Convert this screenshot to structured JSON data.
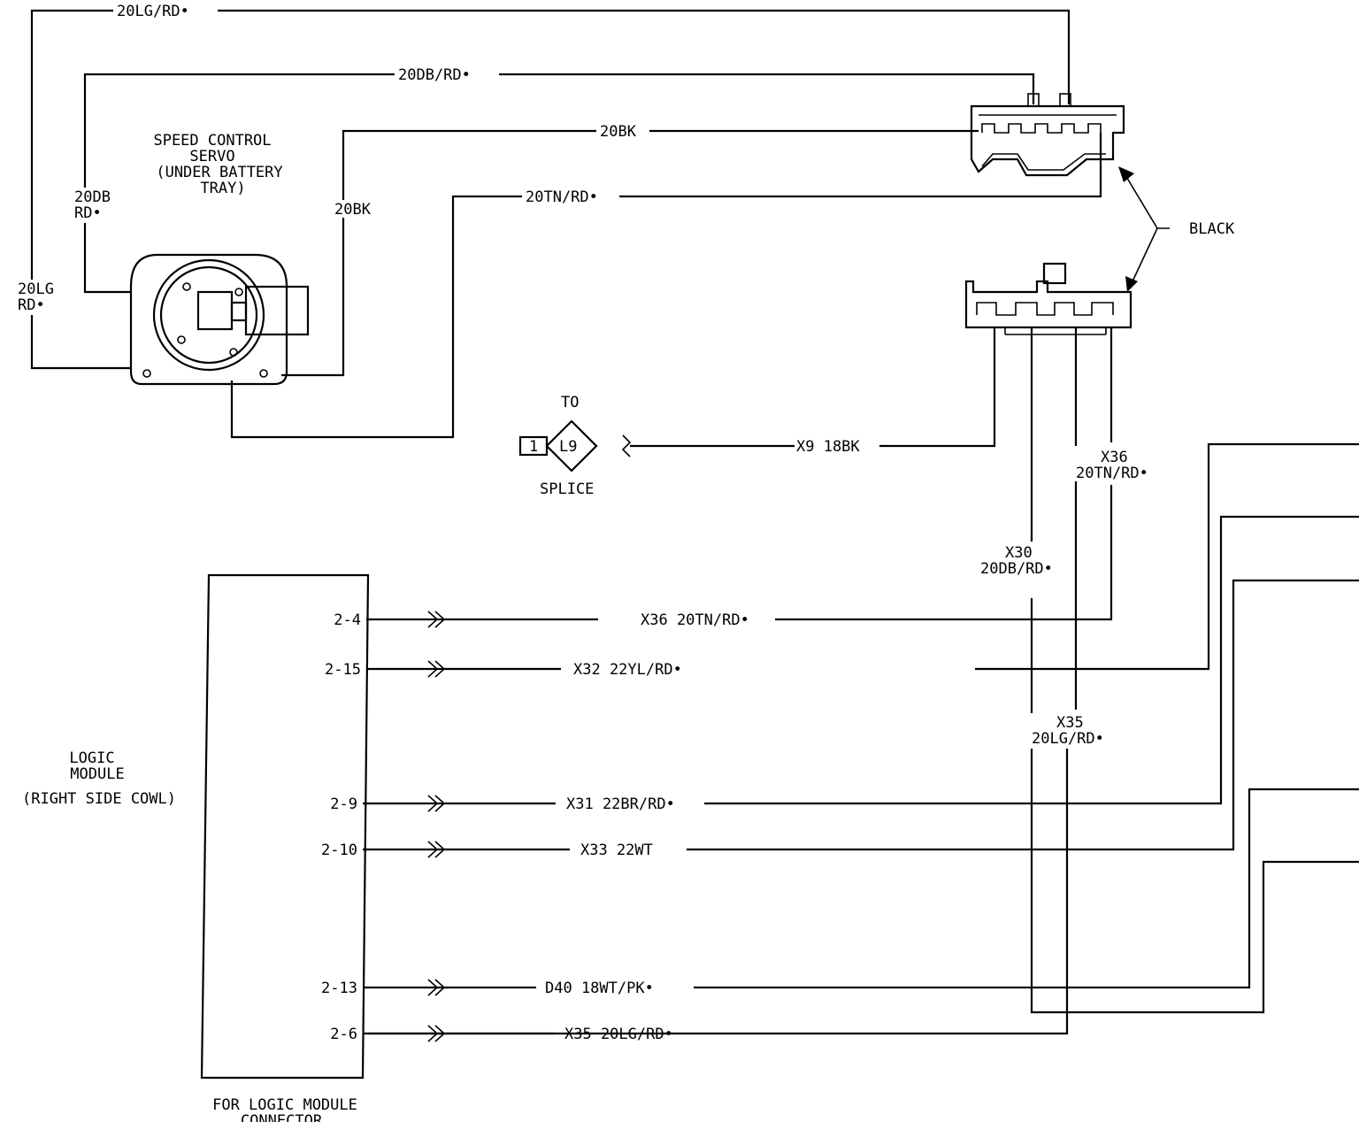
{
  "servo": {
    "title_lines": [
      "SPEED CONTROL",
      "SERVO",
      "(UNDER BATTERY",
      "TRAY)"
    ]
  },
  "servo_wires": {
    "lg_top": "20LG/RD•",
    "db_top": "20DB/RD•",
    "bk_top": "20BK",
    "tn_top": "20TN/RD•",
    "db_left_1": "20DB",
    "db_left_2": "RD•",
    "lg_left_1": "20LG",
    "lg_left_2": "RD•",
    "bk_right": "20BK"
  },
  "connector": {
    "color_label": "BLACK"
  },
  "splice": {
    "to_label": "TO",
    "id": "L9",
    "pin": "1",
    "label": "SPLICE",
    "wire": "X9  18BK"
  },
  "harness": {
    "x36_1": "X36",
    "x36_2": "20TN/RD•",
    "x30_1": "X30",
    "x30_2": "20DB/RD•",
    "x35_1": "X35",
    "x35_2": "20LG/RD•"
  },
  "logic_module": {
    "title_lines": [
      "LOGIC",
      "MODULE",
      "(RIGHT SIDE COWL)"
    ],
    "connector_caption": [
      "FOR LOGIC MODULE",
      "CONNECTOR"
    ],
    "pins": [
      {
        "pin": "2-4",
        "wire": "X36  20TN/RD•"
      },
      {
        "pin": "2-15",
        "wire": "X32  22YL/RD•"
      },
      {
        "pin": "2-9",
        "wire": "X31  22BR/RD•"
      },
      {
        "pin": "2-10",
        "wire": "X33  22WT"
      },
      {
        "pin": "2-13",
        "wire": "D40  18WT/PK•"
      },
      {
        "pin": "2-6",
        "wire": "X35  20LG/RD•"
      }
    ]
  }
}
